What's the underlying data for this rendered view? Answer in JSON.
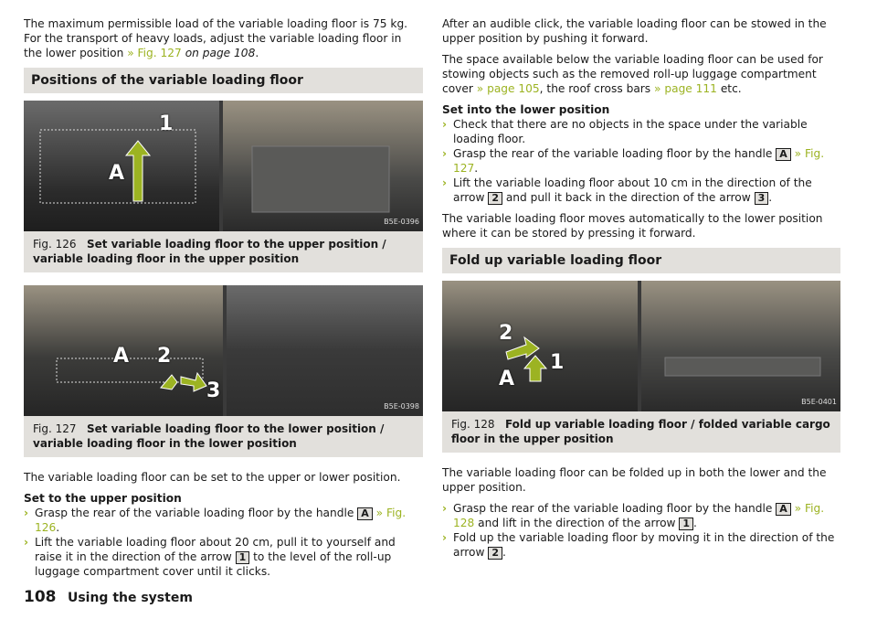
{
  "left": {
    "intro": "The maximum permissible load of the variable loading floor is 75 kg. For the transport of heavy loads, adjust the variable loading floor in the lower position",
    "intro_link": "» Fig. 127",
    "intro_tail": "on page 108",
    "section1_title": "Positions of the variable loading floor",
    "fig126": {
      "code": "B5E-0396",
      "num": "Fig. 126",
      "caption": "Set variable loading floor to the upper position / variable loading floor in the upper position",
      "labels": [
        "1",
        "A"
      ]
    },
    "fig127": {
      "code": "B5E-0398",
      "num": "Fig. 127",
      "caption": "Set variable loading floor to the lower position / variable loading floor in the lower position",
      "labels": [
        "A",
        "2",
        "3"
      ]
    },
    "body1": "The variable loading floor can be set to the upper or lower position.",
    "upper_heading": "Set to the upper position",
    "step1a": "Grasp the rear of the variable loading floor by the handle",
    "step1a_key": "A",
    "step1a_link": "» Fig. 126",
    "step1b": "Lift the variable loading floor about 20 cm, pull it to yourself and raise it in the direction of the arrow",
    "step1b_key": "1",
    "step1b_tail": "to the level of the roll-up luggage compartment cover until it clicks."
  },
  "right": {
    "p1": "After an audible click, the variable loading floor can be stowed in the upper position by pushing it forward.",
    "p2a": "The space available below the variable loading floor can be used for stowing objects such as the removed roll-up luggage compartment cover",
    "p2_link1": "» page 105",
    "p2b": "the roof cross bars",
    "p2_link2": "» page 111",
    "p2c": "etc.",
    "lower_heading": "Set into the lower position",
    "s1": "Check that there are no objects in the space under the variable loading floor.",
    "s2": "Grasp the rear of the variable loading floor by the handle",
    "s2_key": "A",
    "s2_link": "» Fig. 127",
    "s3": "Lift the variable loading floor about 10 cm in the direction of the arrow",
    "s3_key": "2",
    "s3b": "and pull it back in the direction of the arrow",
    "s3_key2": "3",
    "p3": "The variable loading floor moves automatically to the lower position where it can be stored by pressing it forward.",
    "section2_title": "Fold up variable loading floor",
    "fig128": {
      "code": "B5E-0401",
      "num": "Fig. 128",
      "caption": "Fold up variable loading floor / folded variable cargo floor in the upper position",
      "labels": [
        "2",
        "1",
        "A"
      ]
    },
    "p4": "The variable loading floor can be folded up in both the lower and the upper position.",
    "f1": "Grasp the rear of the variable loading floor by the handle",
    "f1_key": "A",
    "f1_link": "» Fig. 128",
    "f1b": "and lift in the direction of the arrow",
    "f1_key2": "1",
    "f2": "Fold up the variable loading floor by moving it in the direction of the arrow",
    "f2_key": "2"
  },
  "footer": {
    "page": "108",
    "title": "Using the system"
  },
  "colors": {
    "accent": "#9cb322",
    "panel": "#e2e0dc"
  }
}
